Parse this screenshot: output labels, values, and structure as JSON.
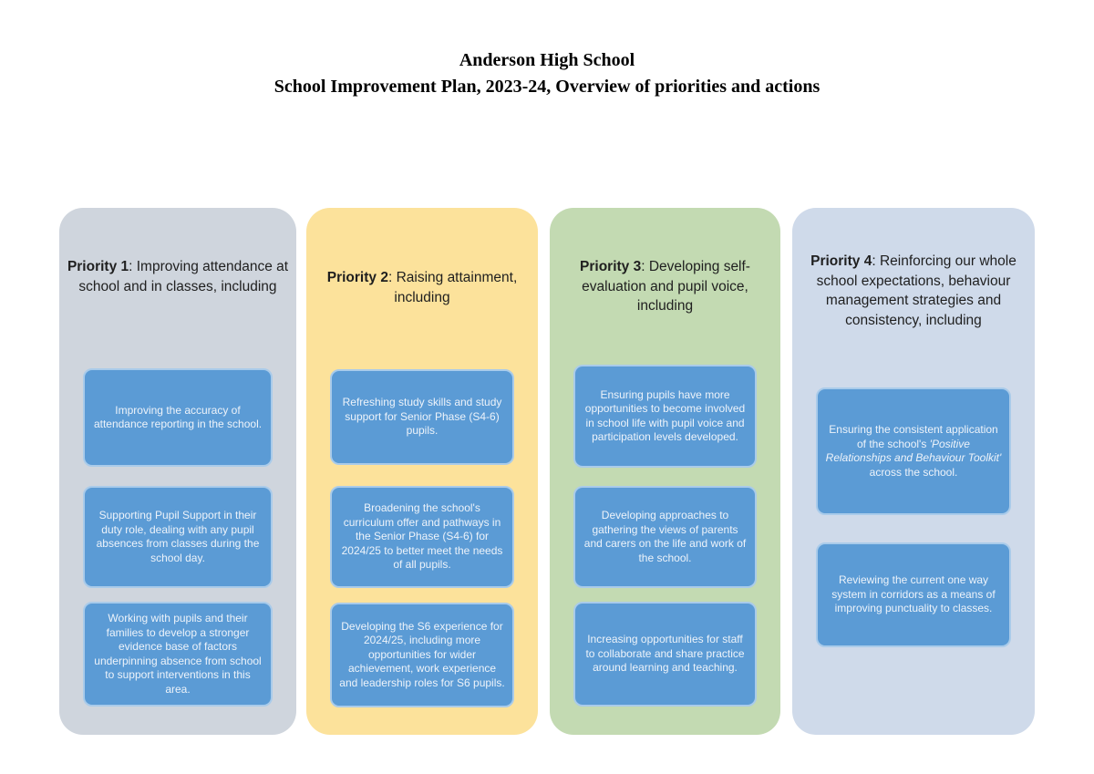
{
  "title": {
    "line1": "Anderson High School",
    "line2": "School Improvement Plan, 2023-24, Overview of priorities and actions"
  },
  "colors": {
    "column1_fill": "#CFD5DD",
    "column2_fill": "#FCE29B",
    "column3_fill": "#C3DAB2",
    "column4_fill": "#CFDAEA",
    "card_fill": "#5B9BD5",
    "card_border": "#A9CBEA",
    "card_text": "#EDF3FA"
  },
  "columns": [
    {
      "header_bold": "Priority 1",
      "header_rest": ": Improving attendance at school and in classes, including",
      "items": [
        "Improving the accuracy of attendance reporting in the school.",
        "Supporting Pupil Support in their duty role, dealing with any pupil absences from classes during the school day.",
        "Working with pupils and their families to develop a stronger evidence base of factors underpinning absence from school to support interventions in this area."
      ]
    },
    {
      "header_bold": "Priority 2",
      "header_rest": ": Raising attainment, including",
      "items": [
        "Refreshing study skills and study support for Senior Phase (S4-6) pupils.",
        "Broadening the school's curriculum offer and pathways in the Senior Phase (S4-6) for 2024/25 to better meet the needs of all pupils.",
        "Developing the S6 experience for 2024/25, including more opportunities for wider achievement, work experience and leadership roles for S6 pupils."
      ]
    },
    {
      "header_bold": "Priority 3",
      "header_rest": ": Developing self-evaluation and pupil voice, including",
      "items": [
        "Ensuring pupils have more opportunities to become involved in school life with pupil voice and participation levels developed.",
        "Developing approaches to gathering the views of parents and carers on the life and work of the school.",
        "Increasing opportunities for staff to collaborate and share practice around learning and teaching."
      ]
    },
    {
      "header_bold": "Priority 4",
      "header_rest": ": Reinforcing our whole school expectations, behaviour management strategies and consistency, including",
      "item1_before": "Ensuring the consistent application of the school's ",
      "item1_italic": "'Positive Relationships and Behaviour Toolkit'",
      "item1_after": " across the school.",
      "item2": "Reviewing the current one way system in corridors as a means of improving punctuality to classes."
    }
  ]
}
